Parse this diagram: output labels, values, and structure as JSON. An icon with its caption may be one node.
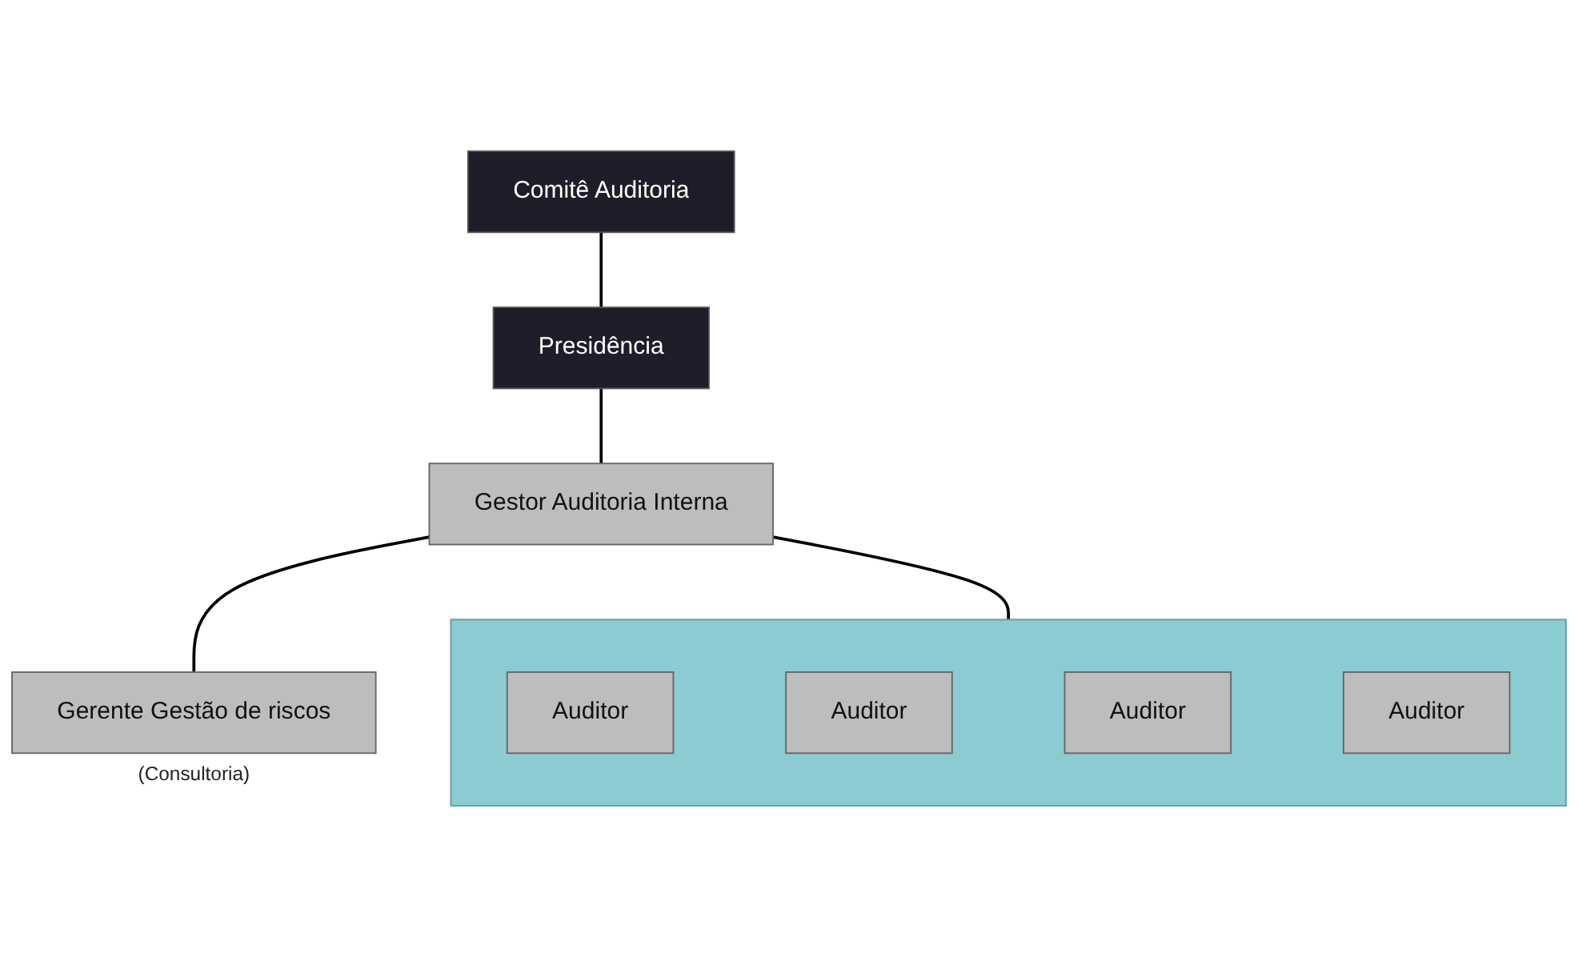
{
  "diagram": {
    "nodes": [
      {
        "text": [
          "Comitê Auditoria"
        ]
      },
      {
        "text": [
          "Presidência"
        ]
      },
      {
        "text": [
          "Gestor Auditoria Interna"
        ]
      },
      {
        "text": [
          "Gerente Gestão de riscos"
        ],
        "beside": [
          "(Consultoria)"
        ]
      },
      {
        "text": [],
        "shape": "box"
      },
      {
        "text": [
          "Auditor"
        ],
        "in": 4
      },
      {
        "text": [
          "Auditor"
        ],
        "in": 4
      },
      {
        "text": [
          "Auditor"
        ],
        "in": 4
      },
      {
        "text": [
          "Auditor"
        ],
        "in": 4
      }
    ],
    "edges": [
      {
        "from": 0,
        "to": 1,
        "arrow": "none"
      },
      {
        "from": 1,
        "to": 2,
        "arrow": "none"
      },
      {
        "from": 2,
        "to": 3,
        "arrow": "none"
      },
      {
        "from": 2,
        "to": 4,
        "arrow": "none"
      }
    ]
  }
}
